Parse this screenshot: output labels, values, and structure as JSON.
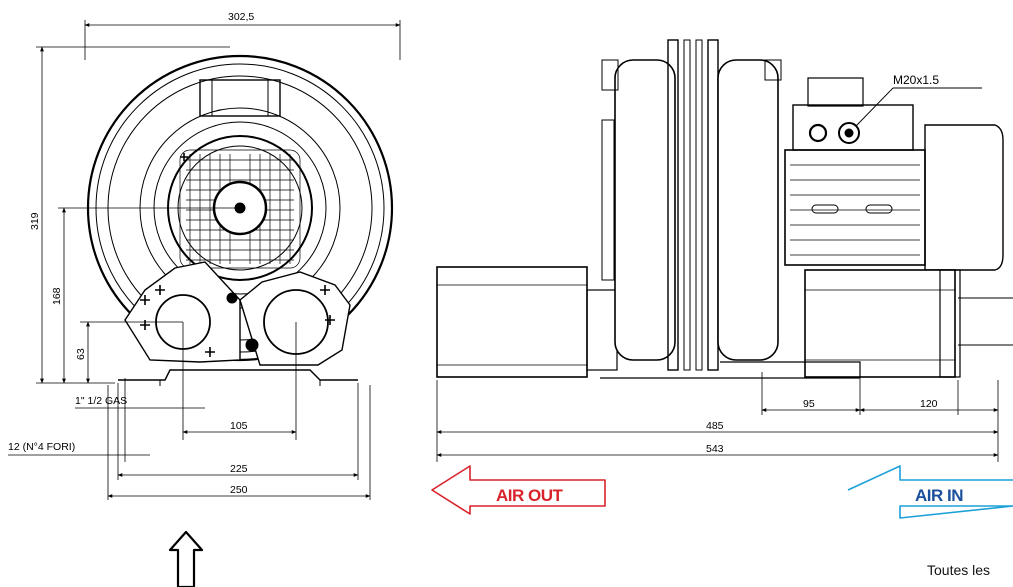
{
  "front_view": {
    "dim_width": "302,5",
    "dim_height": "319",
    "dim_axis_height": "168",
    "dim_port_height": "63",
    "dim_port_spacing": "105",
    "dim_foot_inner": "225",
    "dim_foot_outer": "250",
    "label_thread": "1\" 1/2 GAS",
    "label_holes": "12 (N°4 FORI)"
  },
  "side_view": {
    "label_gland": "M20x1.5",
    "dim_95": "95",
    "dim_120": "120",
    "dim_485": "485",
    "dim_543": "543"
  },
  "flow": {
    "air_out_label": "AIR OUT",
    "air_in_label": "AIR IN",
    "air_out_color": "#d8232a",
    "air_in_color": "#1ba0d8"
  },
  "footer_note": "Toutes les"
}
